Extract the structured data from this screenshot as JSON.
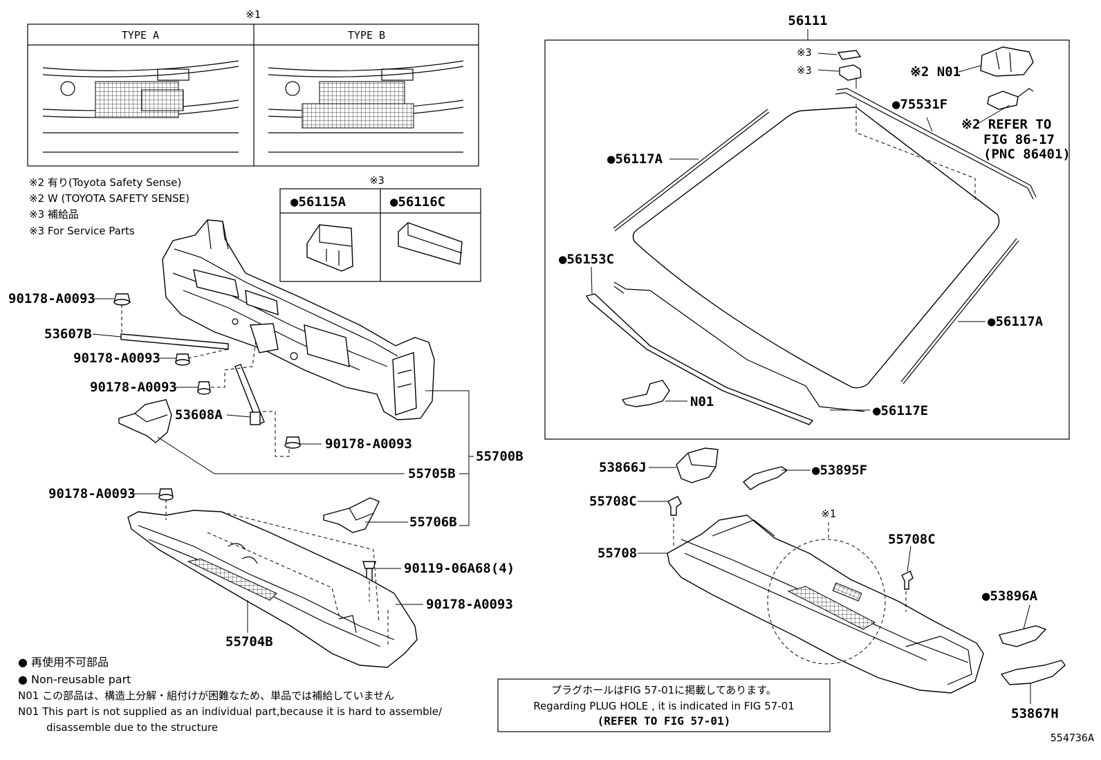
{
  "figure_id": "554736A",
  "type_table": {
    "mark": "※1",
    "type_a": "TYPE A",
    "type_b": "TYPE B"
  },
  "notes": {
    "n1": "※2 有り(Toyota Safety Sense)",
    "n2": "※2 W (TOYOTA SAFETY SENSE)",
    "n3": "※3 補給品",
    "n4": "※3 For Service Parts"
  },
  "service_table": {
    "mark": "※3",
    "col1": "●56115A",
    "col2": "●56116C"
  },
  "windshield": {
    "main": "56111",
    "mark3a": "※3",
    "mark3b": "※3",
    "n01_top": "※2 N01",
    "p75531": "●75531F",
    "refer1": "※2 REFER TO",
    "refer2": "FIG 86-17",
    "refer3": "(PNC 86401)",
    "p56117a_l": "●56117A",
    "p56117a_r": "●56117A",
    "p56153c": "●56153C",
    "n01_bot": "N01",
    "p56117e": "●56117E"
  },
  "left_parts": {
    "b1": "90178-A0093",
    "brace1": "53607B",
    "b2": "90178-A0093",
    "b3": "90178-A0093",
    "brace2": "53608A",
    "b4": "90178-A0093",
    "p55705b": "55705B",
    "p55700b": "55700B",
    "b5": "90178-A0093",
    "p55706b": "55706B",
    "screw": "90119-06A68(4)",
    "b6": "90178-A0093",
    "p55704b": "55704B"
  },
  "right_parts": {
    "p53866j": "53866J",
    "p53895f": "●53895F",
    "c1": "55708C",
    "p55708": "55708",
    "mark1": "※1",
    "c2": "55708C",
    "p53896a": "●53896A",
    "p53867h": "53867H"
  },
  "legend": {
    "l1": "● 再使用不可部品",
    "l2": "● Non-reusable part",
    "l3": "N01  この部品は、構造上分解・組付けが困難なため、単品では補給していません",
    "l4": "N01  This part is not supplied as an individual part,because it is hard to assemble/",
    "l5": "disassemble due to the structure"
  },
  "plug_box": {
    "line1": "プラグホールはFIG 57-01に掲載してあります。",
    "line2": "Regarding  PLUG  HOLE , it is indicated in FIG  57-01",
    "line3": "(REFER  TO  FIG 57-01)"
  }
}
